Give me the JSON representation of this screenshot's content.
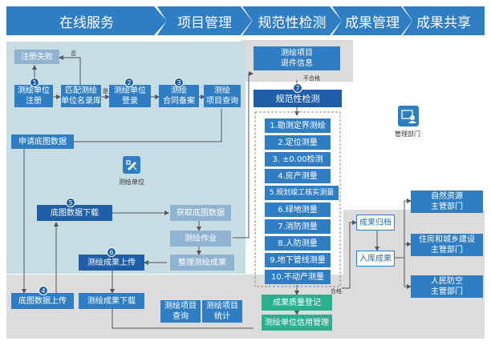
{
  "header": {
    "steps": [
      "在线服务",
      "项目管理",
      "规范性检测",
      "成果管理",
      "成果共享"
    ]
  },
  "left": {
    "fail": "注册失败",
    "no_label": "否",
    "yes_label": "是",
    "register": [
      "测绘单位",
      "注册"
    ],
    "match": [
      "匹配测绘",
      "单位名录库"
    ],
    "login": [
      "测绘单位",
      "登录"
    ],
    "contract": [
      "测绘",
      "合同备案"
    ],
    "query": [
      "测绘",
      "项目查询"
    ],
    "apply": "申请底图数据",
    "unit": "测绘单位",
    "download": "底图数据下载",
    "get": "获取底图数据",
    "work": "测绘作业",
    "organize": "整理测绘成果",
    "upload_result": "测绘成果上传",
    "upload_base": "底图数据上传",
    "download_result": "测绘成果下载",
    "bottom_query": [
      "测绘项目",
      "查询"
    ],
    "bottom_stats": [
      "测绘项目",
      "统计"
    ],
    "badges": [
      "1",
      "2",
      "3",
      "5",
      "4",
      "6",
      "7"
    ]
  },
  "middle": {
    "returned": [
      "测绘项目",
      "退件信息"
    ],
    "fail": "不合格",
    "pass": "合格",
    "title": "规范性检测",
    "checks": [
      "1.勘测定界测绘",
      "2.定位测量",
      "3. ±0.00检测",
      "4.房产测量",
      "5.规划竣工核实测量",
      "6.绿地测量",
      "7.消防测量",
      "8.人防测量",
      "9.地下管线测量",
      "10.不动产测量"
    ],
    "quality": "成果质量登记",
    "credit": "测绘单位信用管理"
  },
  "right": {
    "dept": "管理部门",
    "archive": "成果归档",
    "storage": "入库成果",
    "agencies": [
      [
        "自然资源",
        "主管部门"
      ],
      [
        "住房和城乡建设",
        "主管部门"
      ],
      [
        "人民防空",
        "主管部门"
      ]
    ]
  },
  "colors": {
    "primary": "#2f7ec4",
    "dark": "#1f5fa7",
    "green": "#2ab08f",
    "panel_blue": "#c6dde4",
    "panel_gray": "#dcdcdc"
  },
  "icons": [
    "pencil-ruler-icon",
    "admin-user-icon"
  ]
}
